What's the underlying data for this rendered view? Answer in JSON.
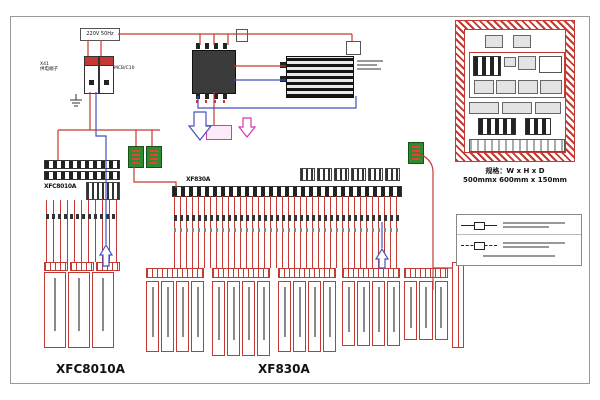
{
  "top_left": {
    "voltage": "220V 50Hz",
    "terminal_code": "X41",
    "terminal_label": "供电端子",
    "breaker_model": "MCB/C10"
  },
  "left_block": {
    "chip_label": "XFC8010A"
  },
  "middle_block": {
    "chip_label": "XF830A"
  },
  "panel": {
    "spec_title": "规格：W x H x D",
    "spec_dims": "500mmx 600mm x 150mm"
  },
  "footer": {
    "left_label": "XFC8010A",
    "right_label": "XF830A"
  },
  "colors": {
    "wire_red": "#c43a32",
    "wire_blue": "#4450bc",
    "green_block": "#2e8b2e"
  }
}
